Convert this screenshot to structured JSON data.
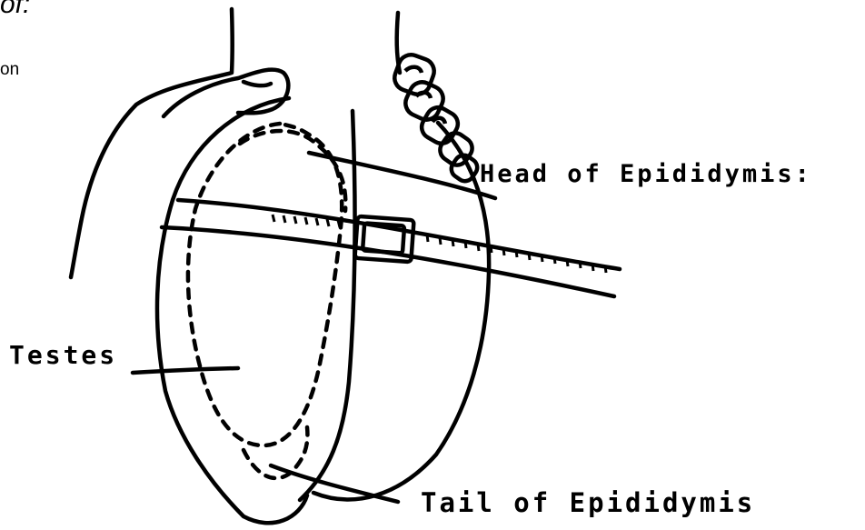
{
  "caption_fragments": {
    "top": "of:",
    "second": "on"
  },
  "labels": {
    "head": "Head of Epididymis:",
    "testes": "Testes",
    "tail": "Tail of Epididymis"
  }
}
